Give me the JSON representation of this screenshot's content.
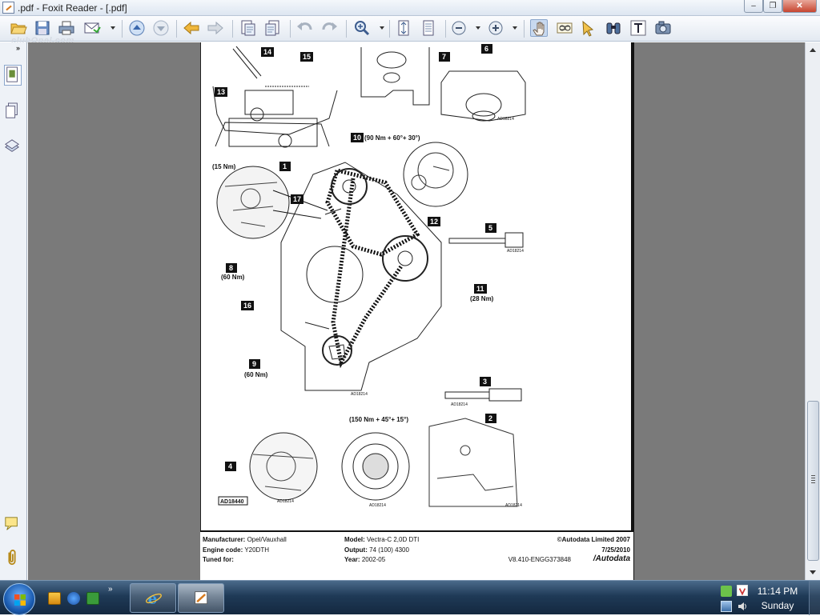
{
  "window": {
    "title": ".pdf - Foxit Reader - [.pdf]",
    "min_label": "–",
    "max_label": "❐",
    "close_label": "✕"
  },
  "watermark": "clubOpel.com",
  "toolbar": {
    "collapse_label": "»",
    "buttons": [
      "open-icon",
      "save-icon",
      "print-icon",
      "email-icon",
      "prev-page-icon",
      "next-page-icon",
      "back-icon",
      "forward-icon",
      "extract-icon",
      "insert-icon",
      "undo-icon",
      "redo-icon",
      "zoom-in-icon",
      "fit-page-icon",
      "fit-width-icon",
      "zoom-out-icon",
      "zoom-plus-icon",
      "hand-tool-icon",
      "text-select-icon",
      "select-icon",
      "find-icon",
      "typewriter-icon",
      "snapshot-icon"
    ]
  },
  "diagram": {
    "callouts": [
      {
        "num": "14"
      },
      {
        "num": "15"
      },
      {
        "num": "7"
      },
      {
        "num": "6"
      },
      {
        "num": "13"
      },
      {
        "num": "10",
        "torque": "(90 Nm + 60°+ 30°)"
      },
      {
        "num": "1"
      },
      {
        "num": "17"
      },
      {
        "num": "12"
      },
      {
        "num": "5"
      },
      {
        "num": "8",
        "torque": "(60 Nm)"
      },
      {
        "num": "16"
      },
      {
        "num": "11",
        "torque": "(28 Nm)"
      },
      {
        "num": "9",
        "torque": "(60 Nm)"
      },
      {
        "num": "3"
      },
      {
        "num": "2"
      },
      {
        "num": "4"
      }
    ],
    "torque_15": "(15 Nm)",
    "torque_150": "(150 Nm + 45°+ 15°)",
    "ref_small": "AD18214",
    "ref_main": "AD18440"
  },
  "infobar": {
    "manufacturer_label": "Manufacturer:",
    "manufacturer_value": "Opel/Vauxhall",
    "engine_label": "Engine code:",
    "engine_value": "Y20DTH",
    "tuned_label": "Tuned for:",
    "model_label": "Model:",
    "model_value": "Vectra-C 2,0D DTI",
    "output_label": "Output:",
    "output_value": "74 (100) 4300",
    "year_label": "Year:",
    "year_value": "2002-05",
    "copyright": "©Autodata Limited 2007",
    "date": "7/25/2010",
    "doc_code": "V8.410-ENGG373848",
    "brand": "/Autodata"
  },
  "taskbar": {
    "quicklaunch_more": "»",
    "time": "11:14 PM",
    "day": "Sunday"
  }
}
